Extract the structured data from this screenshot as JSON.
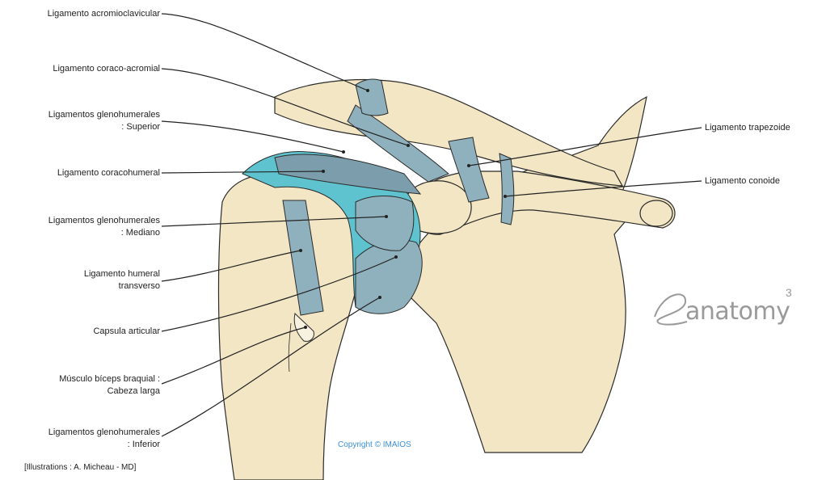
{
  "labels": {
    "acromioclavicular": "Ligamento acromioclavicular",
    "coraco_acromial": "Ligamento coraco-acromial",
    "gh_superior_1": "Ligamentos glenohumerales",
    "gh_superior_2": ": Superior",
    "coracohumeral": "Ligamento coracohumeral",
    "gh_mediano_1": "Ligamentos glenohumerales",
    "gh_mediano_2": ": Mediano",
    "humeral_transverso_1": "Ligamento humeral",
    "humeral_transverso_2": "transverso",
    "capsula": "Capsula articular",
    "biceps_1": "Músculo bíceps braquial   :",
    "biceps_2": "Cabeza larga",
    "gh_inferior_1": "Ligamentos glenohumerales",
    "gh_inferior_2": ": Inferior",
    "trapezoide": "Ligamento trapezoide",
    "conoide": "Ligamento conoide"
  },
  "copyright": "Copyright © IMAIOS",
  "credit": "[Illustrations : A. Micheau - MD]",
  "logo": {
    "word": "anatomy",
    "sup": "3",
    "name": "e-anatomy-logo"
  },
  "colors": {
    "bone": "#f3e6c4",
    "ligament": "#8fb0bd",
    "ligament_dark": "#7c9dab",
    "capsule": "#5ec3cf",
    "outline": "#2b2b2b",
    "copyright": "#3a8fd6"
  }
}
